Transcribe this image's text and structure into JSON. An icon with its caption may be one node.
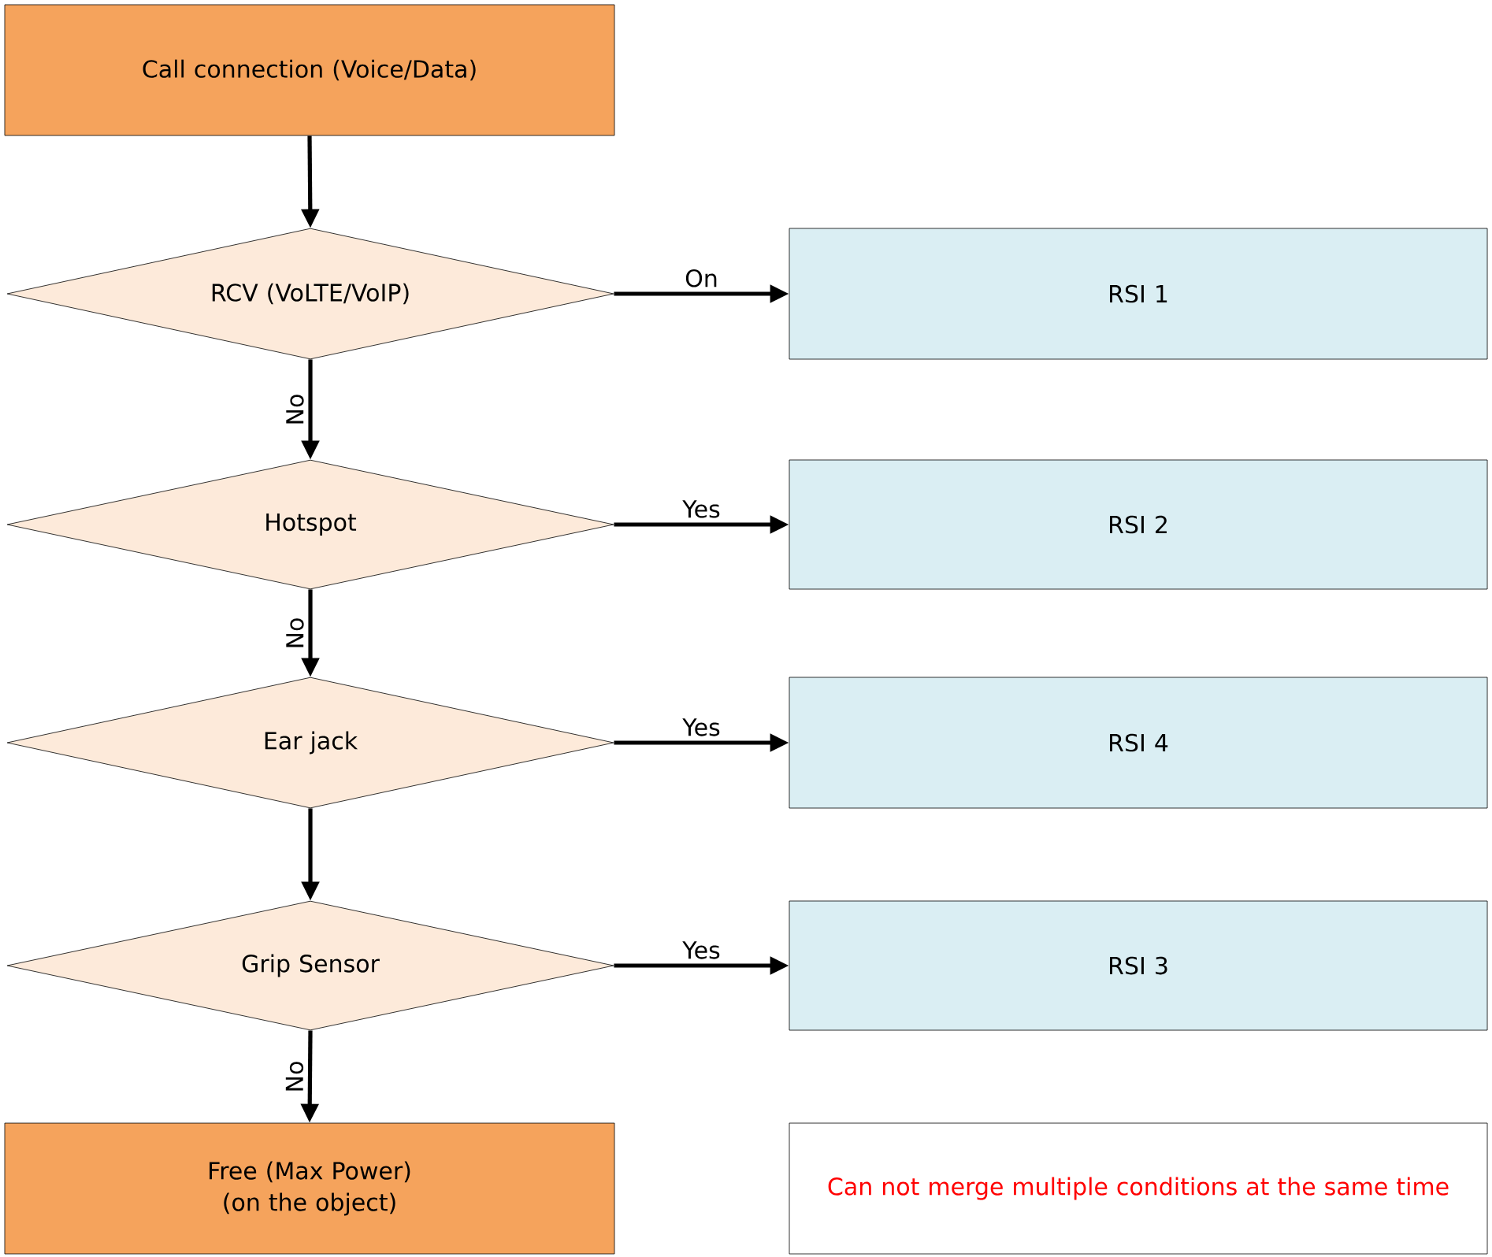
{
  "diagram": {
    "nodes": [
      {
        "text": [
          "Call connection (Voice/Data)"
        ]
      },
      {
        "text": [
          "RCV (VoLTE/VoIP)"
        ]
      },
      {
        "text": [
          "RSI 1"
        ]
      },
      {
        "text": [
          "Hotspot"
        ]
      },
      {
        "text": [
          "RSI 2"
        ]
      },
      {
        "text": [
          "Ear jack"
        ]
      },
      {
        "text": [
          "RSI 4"
        ]
      },
      {
        "text": [
          "Grip Sensor"
        ]
      },
      {
        "text": [
          "RSI 3"
        ]
      },
      {
        "text": [
          "Free (Max Power) (on the object)"
        ]
      },
      {
        "text": [
          "Can not merge multiple conditions at the same time"
        ]
      }
    ],
    "edges": [
      {
        "from": 0,
        "to": 1,
        "arrow": "to"
      },
      {
        "from": 1,
        "to": 2,
        "arrow": "to",
        "label": "On"
      },
      {
        "from": 1,
        "to": 3,
        "arrow": "to",
        "label": "No"
      },
      {
        "from": 3,
        "to": 4,
        "arrow": "to",
        "label": "Yes"
      },
      {
        "from": 3,
        "to": 5,
        "arrow": "to",
        "label": "No"
      },
      {
        "from": 5,
        "to": 6,
        "arrow": "to",
        "label": "Yes"
      },
      {
        "from": 5,
        "to": 7,
        "arrow": "to"
      },
      {
        "from": 7,
        "to": 8,
        "arrow": "to",
        "label": "Yes"
      },
      {
        "from": 7,
        "to": 9,
        "arrow": "to",
        "label": "No"
      }
    ]
  }
}
